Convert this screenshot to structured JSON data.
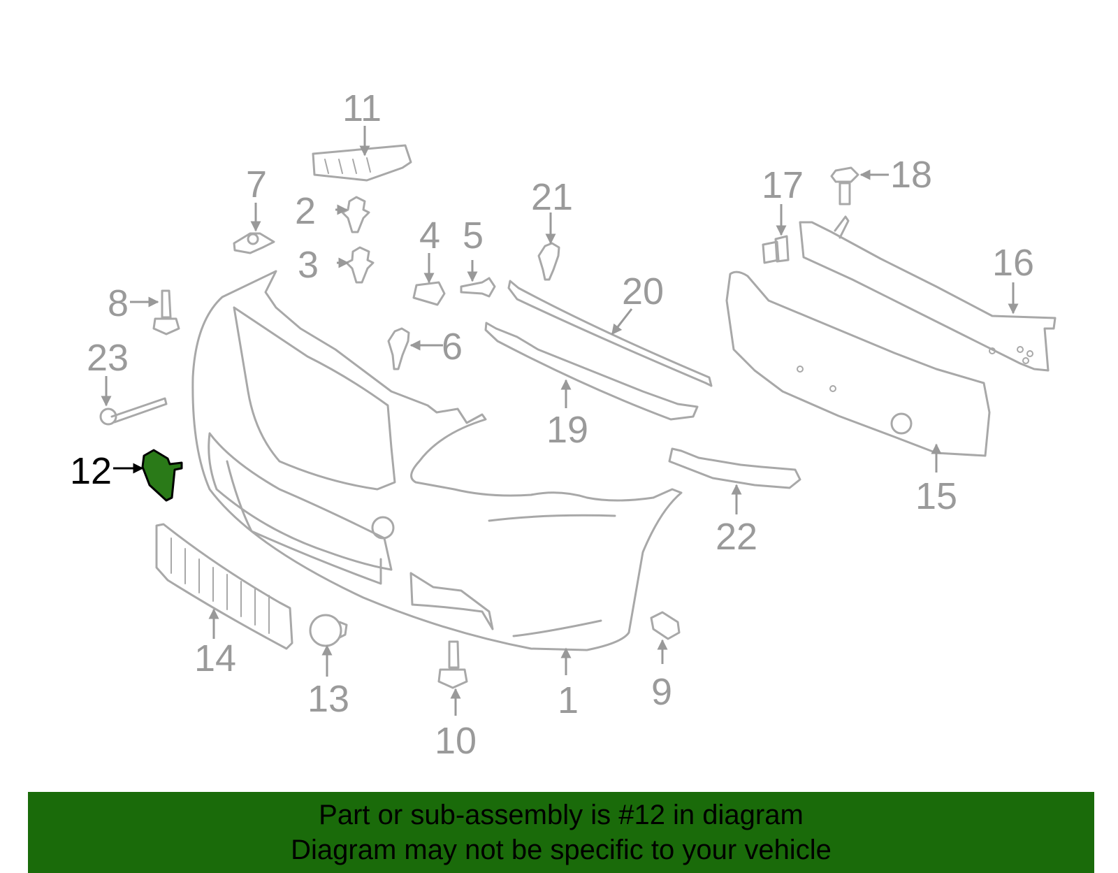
{
  "colors": {
    "banner_background": "#1a6b0a",
    "highlight_part": "#2a7a18",
    "part_outline": "#a8a8a8",
    "callout_inactive": "#9a9a9a",
    "callout_active": "#000000"
  },
  "highlighted_part": "12",
  "callouts": {
    "c1": "1",
    "c2": "2",
    "c3": "3",
    "c4": "4",
    "c5": "5",
    "c6": "6",
    "c7": "7",
    "c8": "8",
    "c9": "9",
    "c10": "10",
    "c11": "11",
    "c12": "12",
    "c13": "13",
    "c14": "14",
    "c15": "15",
    "c16": "16",
    "c17": "17",
    "c18": "18",
    "c19": "19",
    "c20": "20",
    "c21": "21",
    "c22": "22",
    "c23": "23"
  },
  "banner": {
    "line1": "Part or sub-assembly is #12 in diagram",
    "line2": "Diagram may not be specific to your vehicle"
  }
}
